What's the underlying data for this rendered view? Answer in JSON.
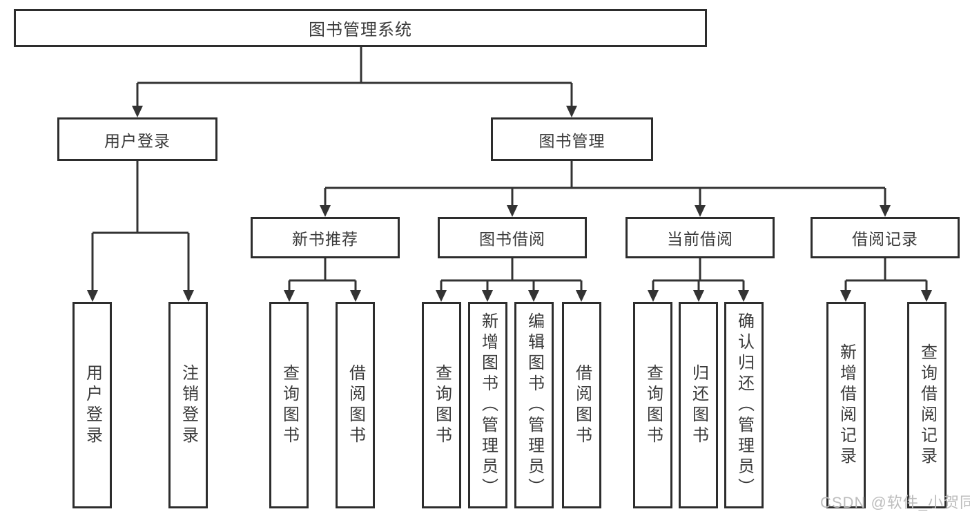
{
  "tree": {
    "root": {
      "label": "图书管理系统",
      "children": [
        {
          "label": "用户登录",
          "children": [
            {
              "label": "用户登录"
            },
            {
              "label": "注销登录"
            }
          ]
        },
        {
          "label": "图书管理",
          "children": [
            {
              "label": "新书推荐",
              "children": [
                {
                  "label": "查询图书"
                },
                {
                  "label": "借阅图书"
                }
              ]
            },
            {
              "label": "图书借阅",
              "children": [
                {
                  "label": "查询图书"
                },
                {
                  "label": "新增图书（管理员）"
                },
                {
                  "label": "编辑图书（管理员）"
                },
                {
                  "label": "借阅图书"
                }
              ]
            },
            {
              "label": "当前借阅",
              "children": [
                {
                  "label": "查询图书"
                },
                {
                  "label": "归还图书"
                },
                {
                  "label": "确认归还（管理员）"
                }
              ]
            },
            {
              "label": "借阅记录",
              "children": [
                {
                  "label": "新增借阅记录"
                },
                {
                  "label": "查询借阅记录"
                }
              ]
            }
          ]
        }
      ]
    }
  },
  "watermark": {
    "text": "CSDN @软件_小贺同学",
    "color": "#bdbdbd"
  },
  "colors": {
    "line": "#333333",
    "box_border": "#2d2d2d",
    "text": "#3a3a3a",
    "background": "#ffffff"
  }
}
